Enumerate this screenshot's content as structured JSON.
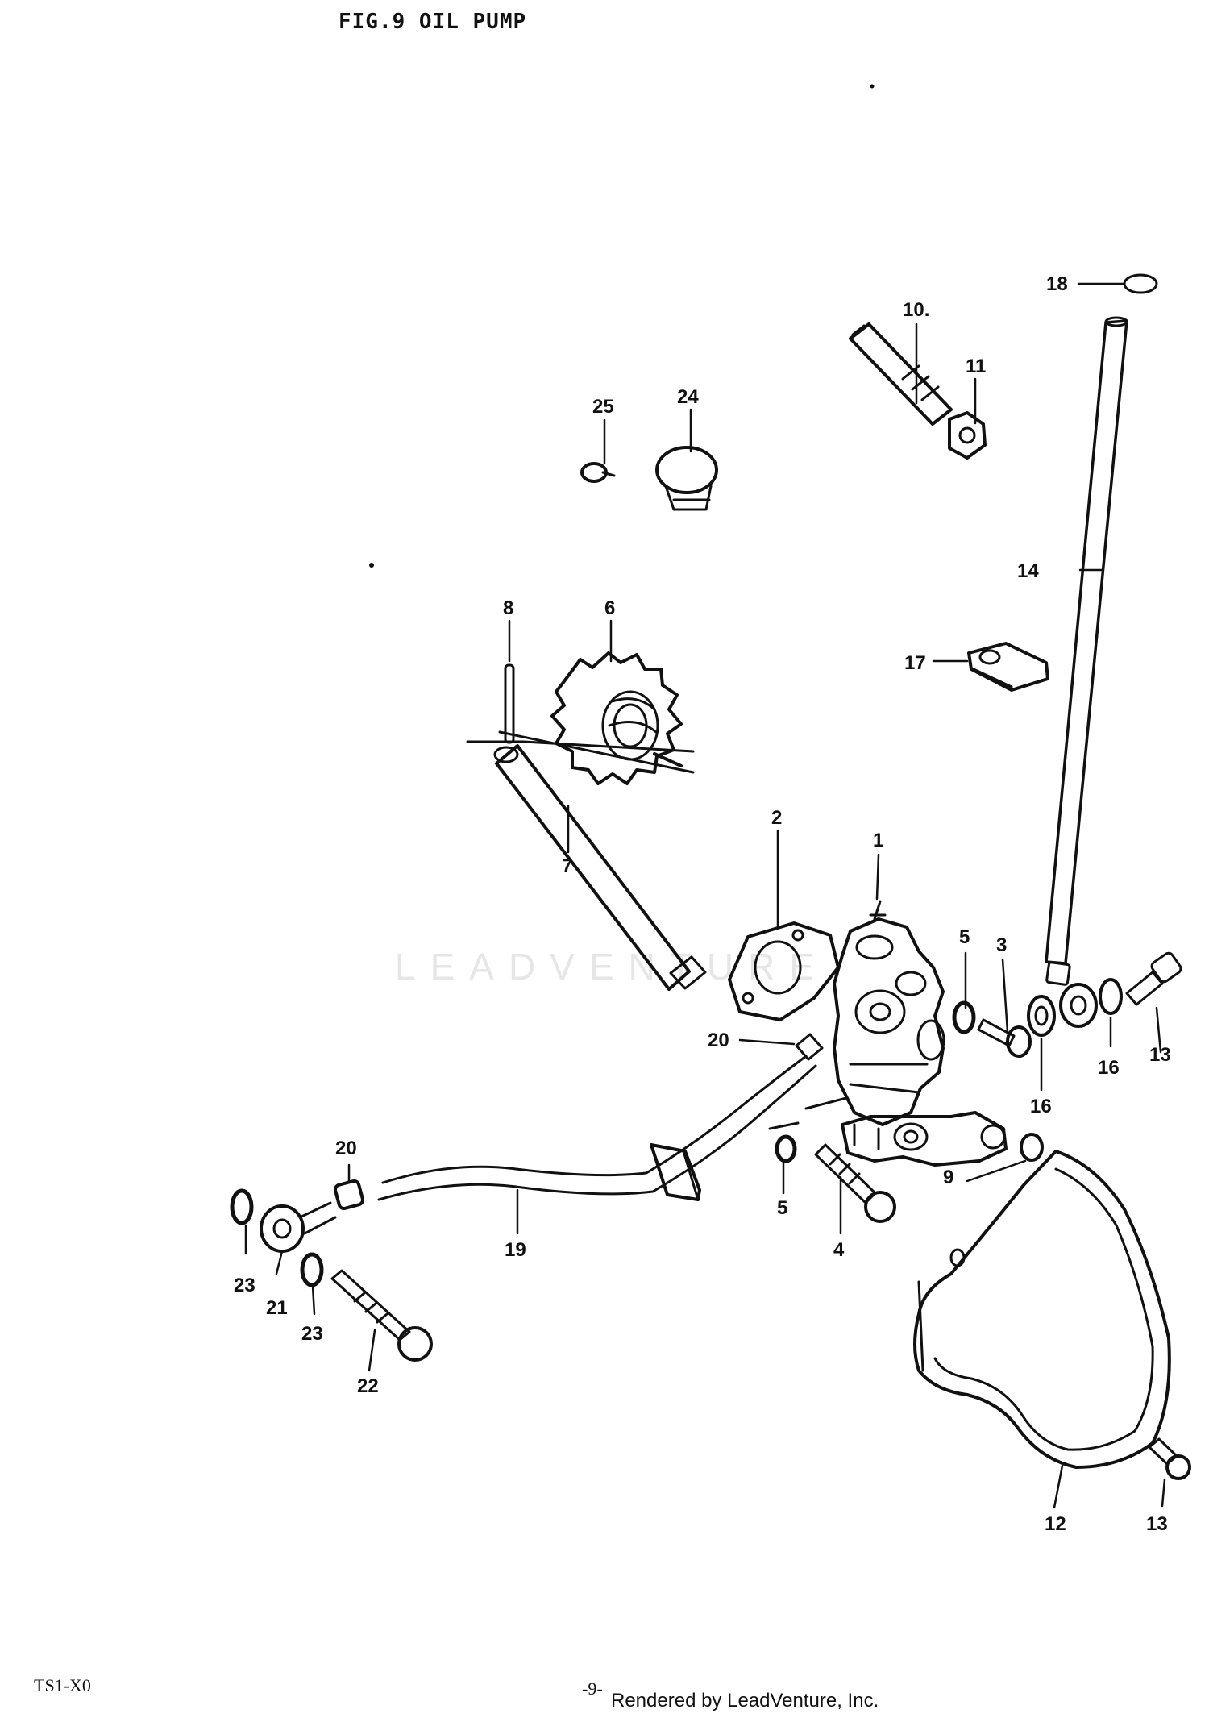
{
  "header": {
    "title": "FIG.9  OIL PUMP"
  },
  "watermark": "LEADVENTURE",
  "footer": {
    "model_code": "TS1-X0",
    "page_number": "-9-",
    "render_credit": "Rendered by LeadVenture, Inc."
  },
  "callouts": {
    "c1": "1",
    "c2": "2",
    "c3": "3",
    "c4": "4",
    "c5a": "5",
    "c5b": "5",
    "c6": "6",
    "c7": "7",
    "c8": "8",
    "c9": "9",
    "c10": "10.",
    "c11": "11",
    "c12": "12",
    "c13a": "13",
    "c13b": "13",
    "c14": "14",
    "c16a": "16",
    "c16b": "16",
    "c17": "17",
    "c18": "18",
    "c19": "19",
    "c20a": "20",
    "c20b": "20",
    "c21": "21",
    "c22": "22",
    "c23a": "23",
    "c23b": "23",
    "c24": "24",
    "c25": "25"
  },
  "colors": {
    "ink": "#111111",
    "watermark": "#e6e6e6",
    "background": "#ffffff"
  }
}
